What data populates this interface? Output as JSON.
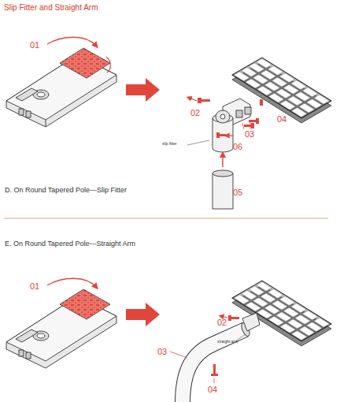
{
  "diagram": {
    "title": "Slip Fitter and Straight Arm",
    "labels": [
      "01",
      "02",
      "03",
      "04",
      "slip fitter",
      "06",
      "05",
      "D. On Round Tapered Pole—Slip Fitter",
      "E. On Round Tapered Pole—Straight Arm",
      "01",
      "02",
      "straight arm",
      "03",
      "04"
    ]
  }
}
